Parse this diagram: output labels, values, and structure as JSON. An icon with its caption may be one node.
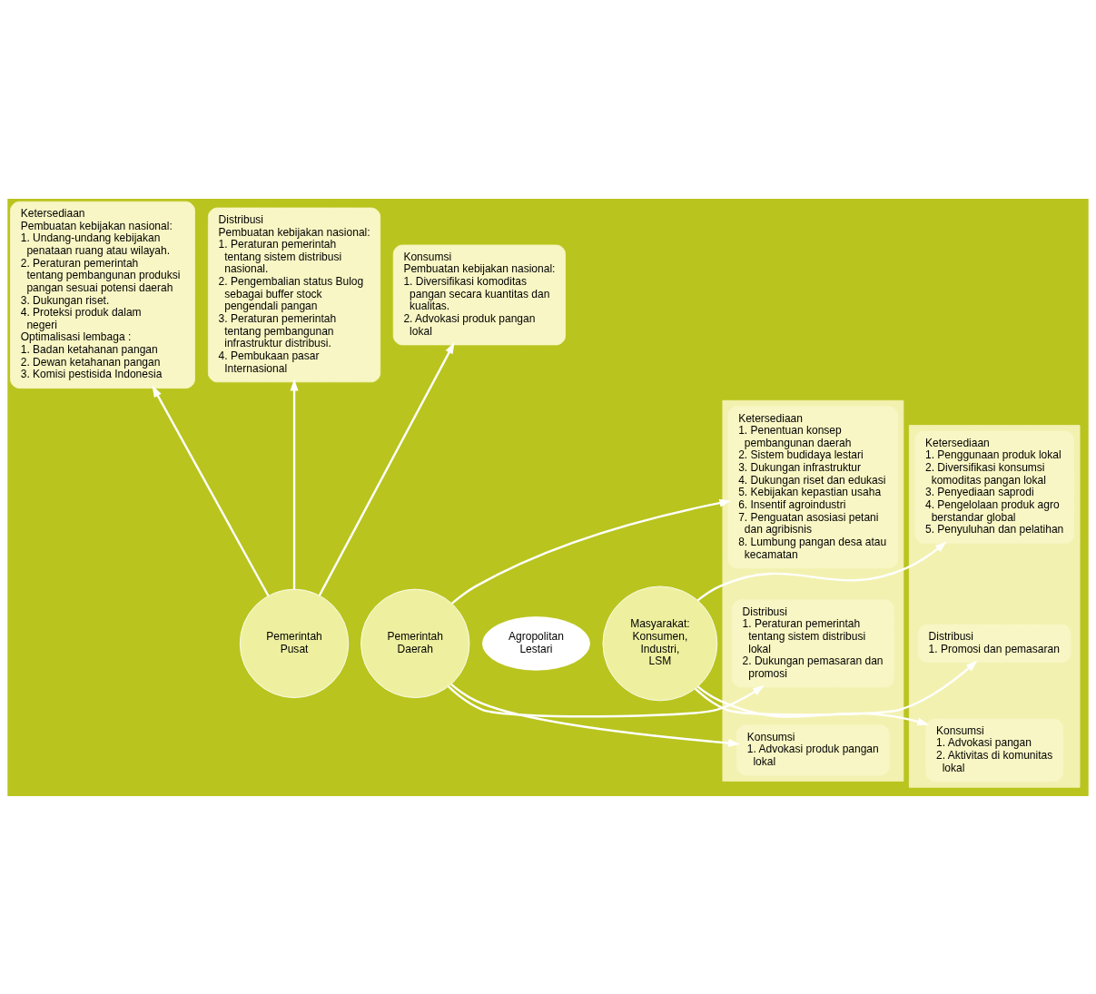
{
  "diagram": {
    "nodes": [
      {
        "text": [
          "Ketersediaan",
          "Pembuatan kebijakan nasional:",
          "1. Undang-undang kebijakan penataan ruang atau wilayah.",
          "2. Peraturan pemerintah tentang pembangunan produksi pangan sesuai potensi daerah",
          "3. Dukungan riset.",
          "4. Proteksi produk dalam negeri",
          "Optimalisasi lembaga :",
          "1. Badan ketahanan pangan",
          "2. Dewan ketahanan pangan",
          "3. Komisi pestisida Indonesia"
        ]
      },
      {
        "text": [
          "Distribusi",
          "Pembuatan kebijakan nasional:",
          "1. Peraturan pemerintah tentang sistem distribusi nasional.",
          "2. Pengembalian status Bulog sebagai buffer stock pengendali pangan",
          "3. Peraturan pemerintah tentang pembangunan infrastruktur distribusi.",
          "4. Pembukaan pasar Internasional"
        ]
      },
      {
        "text": [
          "Konsumsi",
          "Pembuatan kebijakan nasional:",
          "1. Diversifikasi komoditas pangan secara kuantitas dan kualitas.",
          "2. Advokasi produk pangan lokal"
        ]
      },
      {
        "text": [],
        "shape": "box"
      },
      {
        "text": [
          "Ketersediaan",
          "1. Penentuan konsep pembangunan daerah",
          "2. Sistem budidaya lestari",
          "3. Dukungan infrastruktur",
          "4. Dukungan riset dan edukasi",
          "5. Kebijakan kepastian usaha",
          "6. Insentif agroindustri",
          "7. Penguatan asosiasi petani dan agribisnis",
          "8. Lumbung pangan desa atau kecamatan"
        ],
        "in": 3
      },
      {
        "text": [
          "Distribusi",
          "1. Peraturan pemerintah tentang sistem distribusi lokal",
          "2. Dukungan pemasaran dan promosi"
        ],
        "in": 3
      },
      {
        "text": [
          "Konsumsi",
          "1. Advokasi produk pangan lokal"
        ],
        "in": 3
      },
      {
        "text": [
          "Pemerintah Pusat"
        ]
      },
      {
        "text": [
          "Pemerintah Daerah"
        ]
      },
      {
        "text": [
          "Agropolitan Lestari"
        ]
      },
      {
        "text": [
          "Masyarakat: Konsumen, Industri, LSM"
        ]
      },
      {
        "text": [],
        "shape": "box"
      },
      {
        "text": [
          "Ketersediaan",
          "1. Penggunaan produk lokal",
          "2. Diversifikasi konsumsi komoditas pangan lokal",
          "3. Penyediaan saprodi",
          "4. Pengelolaan produk agro berstandar global",
          "5. Penyuluhan dan pelatihan"
        ],
        "in": 11
      },
      {
        "text": [
          "Distribusi",
          "1. Promosi dan pemasaran"
        ],
        "in": 11
      },
      {
        "text": [
          "Konsumsi",
          "1. Advokasi pangan",
          "2. Aktivitas di komunitas lokal"
        ],
        "in": 11
      }
    ],
    "edges": [
      {
        "from": 7,
        "to": 0,
        "arrow": "to"
      },
      {
        "from": 7,
        "to": 1,
        "arrow": "to"
      },
      {
        "from": 7,
        "to": 2,
        "arrow": "to"
      },
      {
        "from": 8,
        "to": 4,
        "arrow": "to"
      },
      {
        "from": 8,
        "to": 5,
        "arrow": "to"
      },
      {
        "from": 8,
        "to": 6,
        "arrow": "to"
      },
      {
        "from": 10,
        "to": 12,
        "arrow": "to"
      },
      {
        "from": 10,
        "to": 13,
        "arrow": "to"
      },
      {
        "from": 10,
        "to": 14,
        "arrow": "to"
      }
    ]
  }
}
